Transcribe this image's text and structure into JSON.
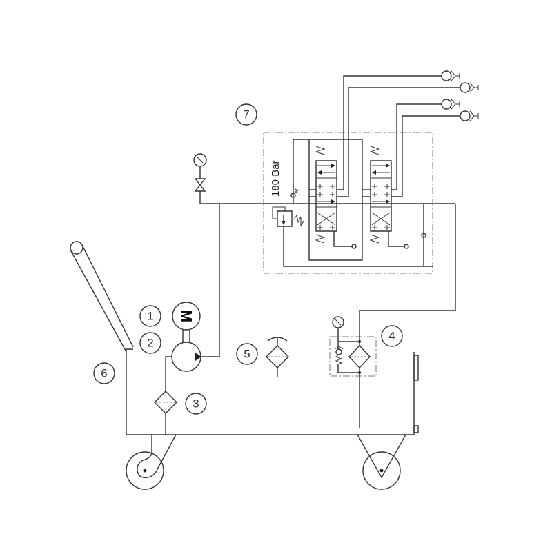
{
  "diagram": {
    "title": "Hydraulic power unit cart schematic",
    "labels": {
      "l1": "1",
      "l2": "2",
      "l3": "3",
      "l4": "4",
      "l5": "5",
      "l6": "6",
      "l7": "7"
    },
    "motor_symbol": "M",
    "relief_pressure": "180 Bar",
    "colors": {
      "line": "#333333",
      "background": "#ffffff"
    }
  }
}
